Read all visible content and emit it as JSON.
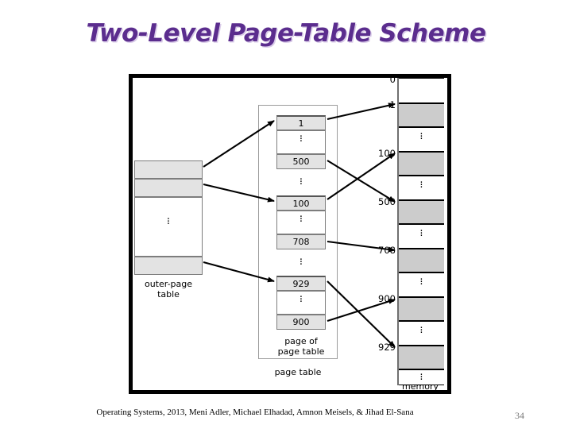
{
  "slide": {
    "title": "Two-Level Page-Table Scheme",
    "title_color": "#5b2d8e"
  },
  "footer": {
    "credit": "Operating Systems, 2013, Meni Adler, Michael Elhadad, Amnon Meisels, & Jihad El-Sana",
    "page_number": "34"
  },
  "figure": {
    "outer_page_table": {
      "label": "outer-page\ntable",
      "rows": [
        "",
        "",
        "",
        ""
      ],
      "dots": "⋮"
    },
    "page_table": {
      "group_label": "page table",
      "page_of_page_table_label": "page of\npage table",
      "groups": [
        {
          "top_value": "1",
          "bottom_value": "500",
          "dots": "⋮"
        },
        {
          "top_value": "100",
          "bottom_value": "708",
          "dots": "⋮"
        },
        {
          "top_value": "929",
          "bottom_value": "900",
          "dots": "⋮"
        }
      ],
      "between_group_dots": "⋮"
    },
    "memory": {
      "label": "memory",
      "address_labels": [
        "0",
        "1",
        "100",
        "500",
        "708",
        "900",
        "929"
      ],
      "dots": "⋮",
      "row_fills": [
        "white",
        "gray",
        "white",
        "gray",
        "white",
        "gray",
        "white",
        "gray",
        "white",
        "gray",
        "white",
        "gray",
        "white"
      ]
    },
    "arrows": [
      {
        "from": "outer-page-table-row-1",
        "to": "page-table-entry-1"
      },
      {
        "from": "outer-page-table-row-2",
        "to": "page-table-entry-100"
      },
      {
        "from": "outer-page-table-row-4",
        "to": "page-table-entry-929"
      },
      {
        "from": "page-table-entry-1",
        "to": "memory-1"
      },
      {
        "from": "page-table-entry-500",
        "to": "memory-500"
      },
      {
        "from": "page-table-entry-100",
        "to": "memory-100"
      },
      {
        "from": "page-table-entry-708",
        "to": "memory-708"
      },
      {
        "from": "page-table-entry-929",
        "to": "memory-929"
      },
      {
        "from": "page-table-entry-900",
        "to": "memory-900"
      }
    ]
  },
  "colors": {
    "cell_fill": "#e3e3e3",
    "memory_fill": "#cccccc",
    "frame": "#000000"
  }
}
